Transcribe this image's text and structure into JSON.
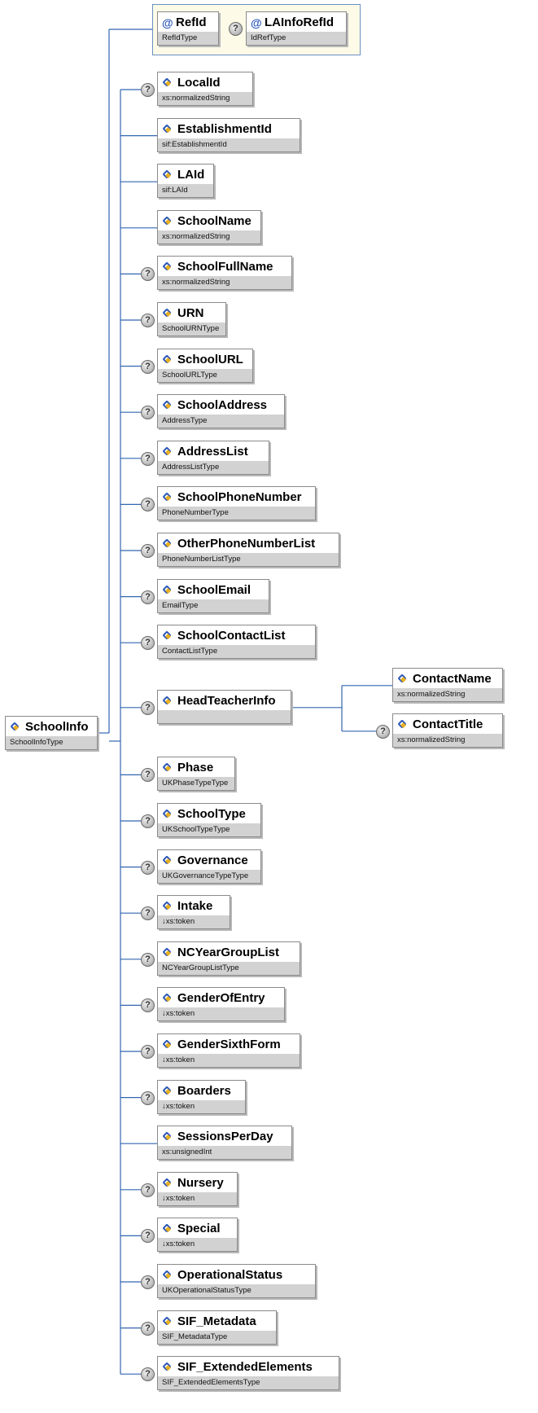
{
  "root": {
    "name": "SchoolInfo",
    "type": "SchoolInfoType"
  },
  "attributes": [
    {
      "name": "RefId",
      "type": "RefIdType",
      "optional": false
    },
    {
      "name": "LAInfoRefId",
      "type": "IdRefType",
      "optional": true
    }
  ],
  "elements": [
    {
      "name": "LocalId",
      "type": "xs:normalizedString",
      "optional": true
    },
    {
      "name": "EstablishmentId",
      "type": "sif:EstablishmentId",
      "optional": false
    },
    {
      "name": "LAId",
      "type": "sif:LAId",
      "optional": false
    },
    {
      "name": "SchoolName",
      "type": "xs:normalizedString",
      "optional": false
    },
    {
      "name": "SchoolFullName",
      "type": "xs:normalizedString",
      "optional": true
    },
    {
      "name": "URN",
      "type": "SchoolURNType",
      "optional": true
    },
    {
      "name": "SchoolURL",
      "type": "SchoolURLType",
      "optional": true
    },
    {
      "name": "SchoolAddress",
      "type": "AddressType",
      "optional": true
    },
    {
      "name": "AddressList",
      "type": "AddressListType",
      "optional": true
    },
    {
      "name": "SchoolPhoneNumber",
      "type": "PhoneNumberType",
      "optional": true
    },
    {
      "name": "OtherPhoneNumberList",
      "type": "PhoneNumberListType",
      "optional": true
    },
    {
      "name": "SchoolEmail",
      "type": "EmailType",
      "optional": true
    },
    {
      "name": "SchoolContactList",
      "type": "ContactListType",
      "optional": true
    },
    {
      "name": "HeadTeacherInfo",
      "type": "",
      "optional": true,
      "children": [
        {
          "name": "ContactName",
          "type": "xs:normalizedString",
          "optional": false
        },
        {
          "name": "ContactTitle",
          "type": "xs:normalizedString",
          "optional": true
        }
      ]
    },
    {
      "name": "Phase",
      "type": "UKPhaseTypeType",
      "optional": true
    },
    {
      "name": "SchoolType",
      "type": "UKSchoolTypeType",
      "optional": true
    },
    {
      "name": "Governance",
      "type": "UKGovernanceTypeType",
      "optional": true
    },
    {
      "name": "Intake",
      "type": "↓xs:token",
      "optional": true
    },
    {
      "name": "NCYearGroupList",
      "type": "NCYearGroupListType",
      "optional": true
    },
    {
      "name": "GenderOfEntry",
      "type": "↓xs:token",
      "optional": true
    },
    {
      "name": "GenderSixthForm",
      "type": "↓xs:token",
      "optional": true
    },
    {
      "name": "Boarders",
      "type": "↓xs:token",
      "optional": true
    },
    {
      "name": "SessionsPerDay",
      "type": "xs:unsignedInt",
      "optional": false
    },
    {
      "name": "Nursery",
      "type": "↓xs:token",
      "optional": true
    },
    {
      "name": "Special",
      "type": "↓xs:token",
      "optional": true
    },
    {
      "name": "OperationalStatus",
      "type": "UKOperationalStatusType",
      "optional": true
    },
    {
      "name": "SIF_Metadata",
      "type": "SIF_MetadataType",
      "optional": true
    },
    {
      "name": "SIF_ExtendedElements",
      "type": "SIF_ExtendedElementsType",
      "optional": true
    }
  ],
  "colors": {
    "connector": "#3366b0",
    "type_band": "#d2d2d2",
    "attribute_group_bg": "#fdfbe8"
  },
  "icons": {
    "element": "element-diamond-icon",
    "attribute": "attribute-at-icon",
    "optional": "optional-question-icon"
  }
}
